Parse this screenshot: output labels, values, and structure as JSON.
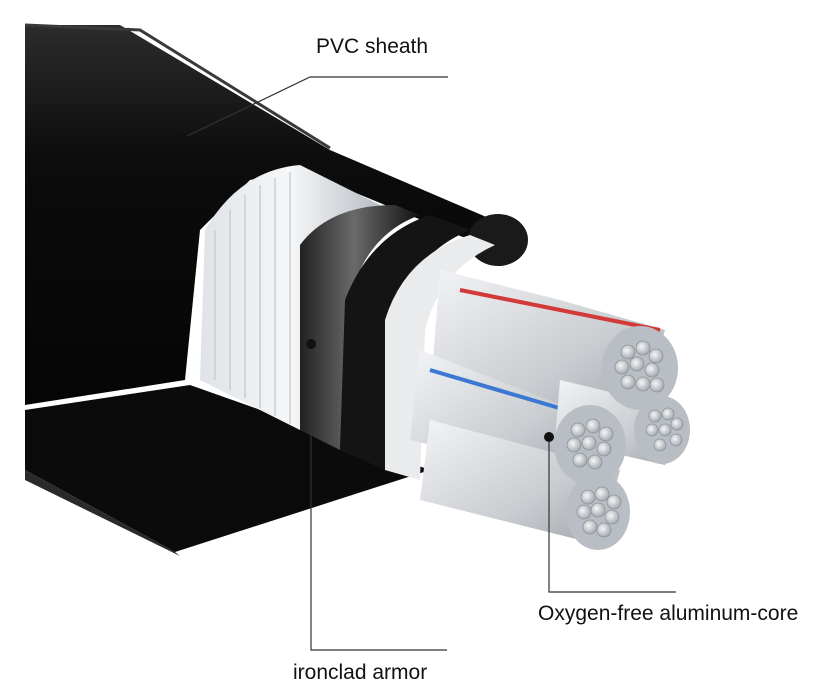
{
  "labels": {
    "pvc_sheath": "PVC sheath",
    "aluminum_core": "Oxygen-free aluminum-core",
    "ironclad_armor": "ironclad armor"
  },
  "colors": {
    "sheath": "#111111",
    "wire_strand": "#c9ccd0",
    "armor": "#2a2a2a",
    "marker_red": "#d23a3a",
    "marker_blue": "#3a78d2",
    "leader_line": "#333333"
  }
}
